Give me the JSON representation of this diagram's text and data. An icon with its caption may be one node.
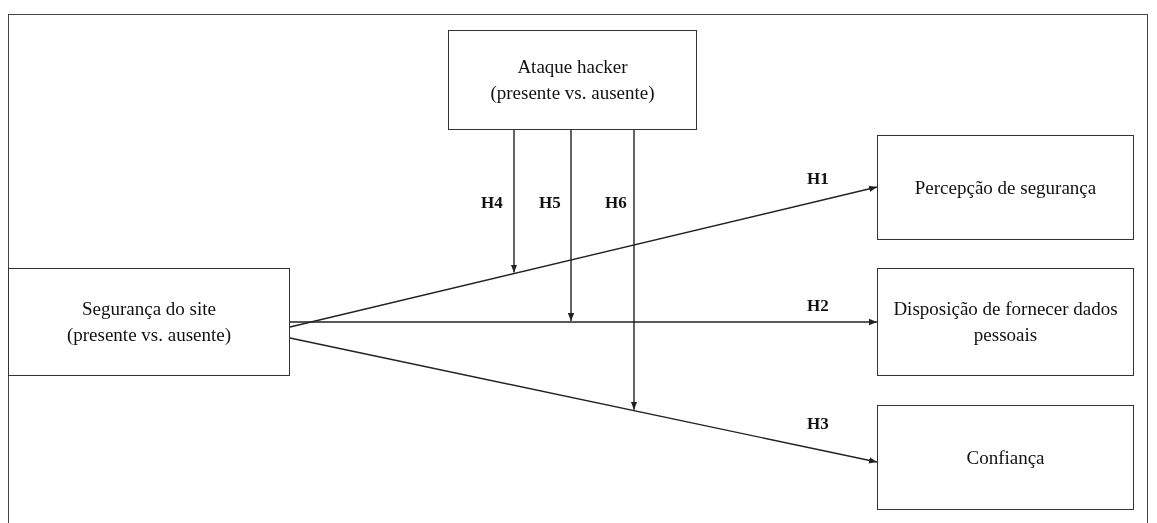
{
  "diagram": {
    "nodes": [
      {
        "text": [
          "Ataque hacker",
          "(presente vs. ausente)"
        ]
      },
      {
        "text": [
          "Segurança do site",
          "(presente vs. ausente)"
        ]
      },
      {
        "text": [
          "Percepção de segurança"
        ]
      },
      {
        "text": [
          "Disposição de fornecer dados pessoais"
        ]
      },
      {
        "text": [
          "Confiança"
        ]
      }
    ],
    "edges": [
      {
        "from": 1,
        "to": 2,
        "arrow": "to",
        "label": "H1"
      },
      {
        "from": 1,
        "to": 3,
        "arrow": "to",
        "label": "H2"
      },
      {
        "from": 1,
        "to": 4,
        "arrow": "to",
        "label": "H3"
      },
      {
        "from": 0,
        "to": null,
        "arrow": "to",
        "label": "H4"
      },
      {
        "from": 0,
        "to": null,
        "arrow": "to",
        "label": "H5"
      },
      {
        "from": 0,
        "to": null,
        "arrow": "to",
        "label": "H6"
      }
    ]
  }
}
